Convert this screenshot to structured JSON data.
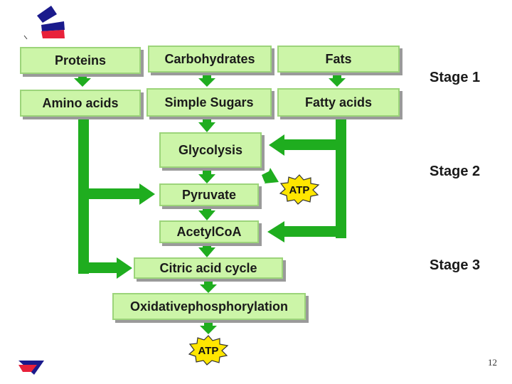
{
  "nodes": {
    "proteins": "Proteins",
    "carbohydrates": "Carbohydrates",
    "fats": "Fats",
    "amino_acids": "Amino acids",
    "simple_sugars": "Simple Sugars",
    "fatty_acids": "Fatty acids",
    "glycolysis": "Glycolysis",
    "pyruvate": "Pyruvate",
    "acetylcoa": "AcetylCoA",
    "citric_acid_cycle": "Citric acid cycle",
    "oxidative_phosphorylation": "Oxidativephosphorylation"
  },
  "atp": {
    "top": "ATP",
    "bottom": "ATP"
  },
  "stages": [
    "Stage 1",
    "Stage 2",
    "Stage 3"
  ],
  "page_number": "12",
  "colors": {
    "box_fill": "#ccf5a8",
    "arrow": "#1fad1f",
    "atp_burst": "#ffe600",
    "logo_blue": "#1a1a8c",
    "logo_red": "#e8213a"
  }
}
